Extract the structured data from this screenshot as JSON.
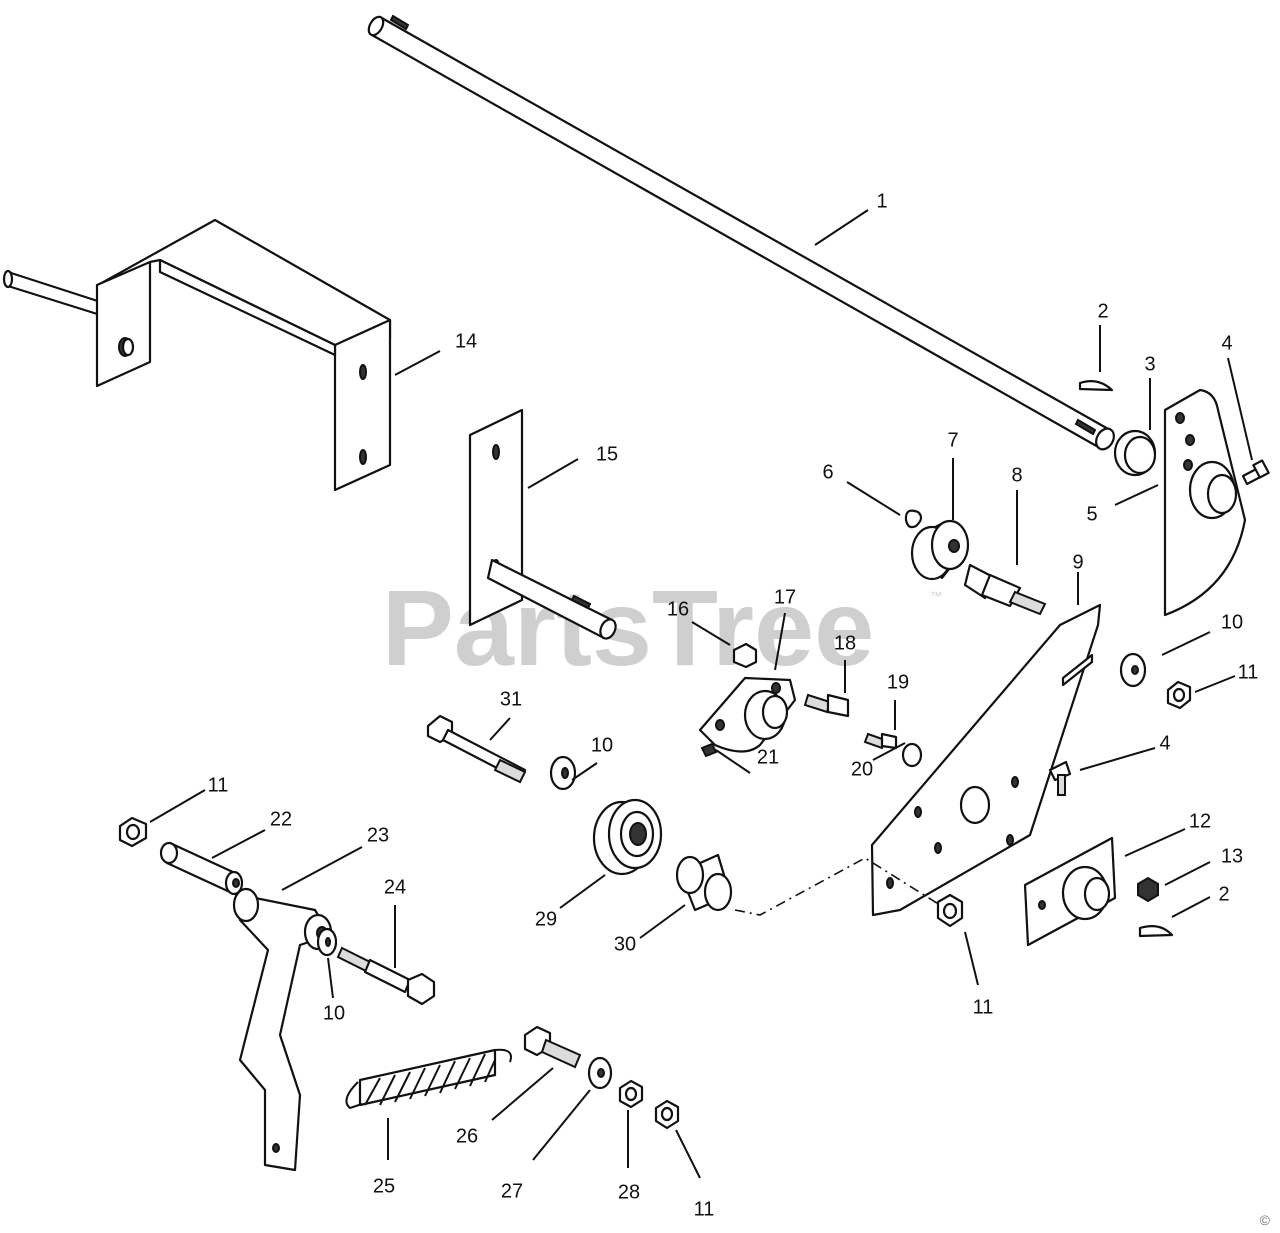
{
  "diagram": {
    "watermark": "PartsTree",
    "watermark_mark": "™",
    "copyright": "©",
    "callouts": [
      "1",
      "2",
      "3",
      "4",
      "5",
      "6",
      "7",
      "8",
      "9",
      "10",
      "11",
      "12",
      "13",
      "14",
      "15",
      "16",
      "17",
      "18",
      "19",
      "20",
      "21",
      "22",
      "23",
      "24",
      "25",
      "26",
      "27",
      "28",
      "29",
      "30",
      "31"
    ]
  }
}
